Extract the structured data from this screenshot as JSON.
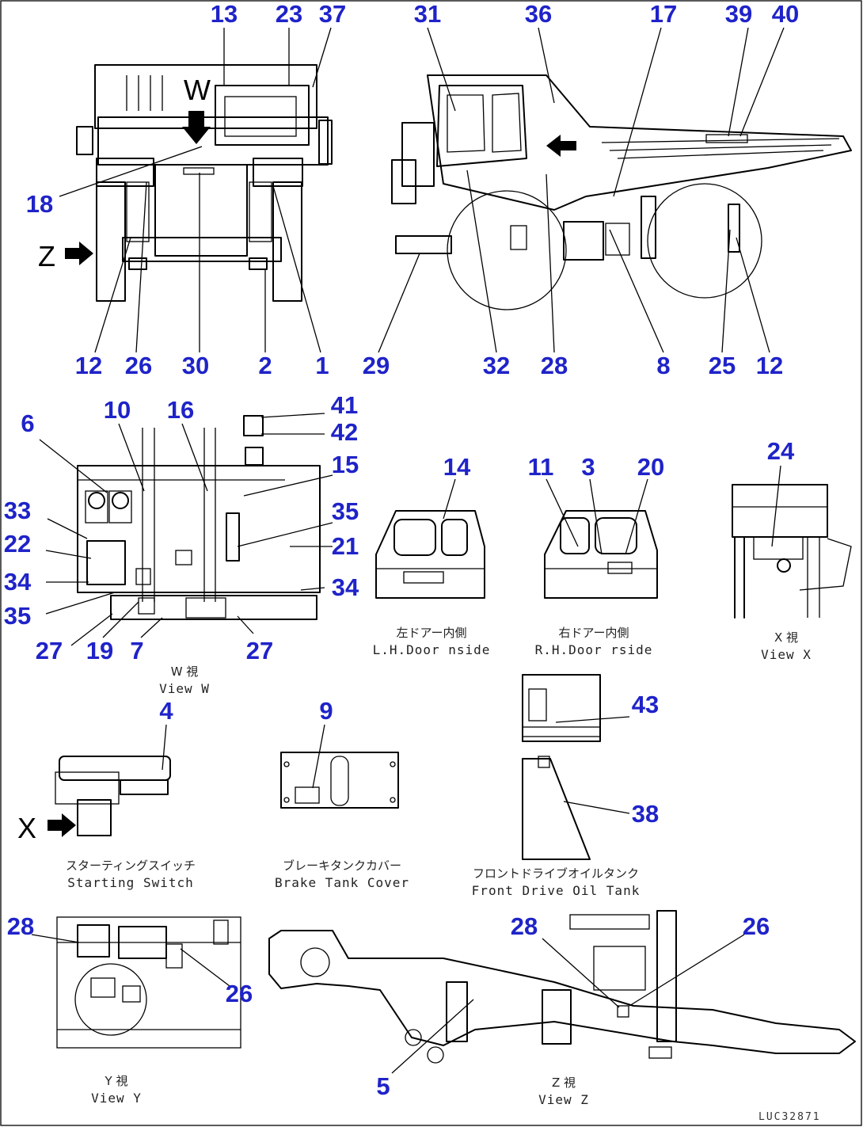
{
  "labels": [
    {
      "t": "13"
    },
    {
      "t": "23"
    },
    {
      "t": "37"
    },
    {
      "t": "31"
    },
    {
      "t": "36"
    },
    {
      "t": "17"
    },
    {
      "t": "39"
    },
    {
      "t": "40"
    },
    {
      "t": "18"
    },
    {
      "t": "12"
    },
    {
      "t": "26"
    },
    {
      "t": "30"
    },
    {
      "t": "2"
    },
    {
      "t": "1"
    },
    {
      "t": "29"
    },
    {
      "t": "32"
    },
    {
      "t": "28"
    },
    {
      "t": "8"
    },
    {
      "t": "25"
    },
    {
      "t": "12"
    },
    {
      "t": "41"
    },
    {
      "t": "42"
    },
    {
      "t": "10"
    },
    {
      "t": "16"
    },
    {
      "t": "6"
    },
    {
      "t": "15"
    },
    {
      "t": "33"
    },
    {
      "t": "35"
    },
    {
      "t": "22"
    },
    {
      "t": "21"
    },
    {
      "t": "34"
    },
    {
      "t": "34"
    },
    {
      "t": "35"
    },
    {
      "t": "27"
    },
    {
      "t": "19"
    },
    {
      "t": "7"
    },
    {
      "t": "27"
    },
    {
      "t": "14"
    },
    {
      "t": "11"
    },
    {
      "t": "3"
    },
    {
      "t": "20"
    },
    {
      "t": "24"
    },
    {
      "t": "4"
    },
    {
      "t": "9"
    },
    {
      "t": "43"
    },
    {
      "t": "38"
    },
    {
      "t": "28"
    },
    {
      "t": "26"
    },
    {
      "t": "28"
    },
    {
      "t": "26"
    },
    {
      "t": "5"
    }
  ],
  "view_letters": {
    "w": "W",
    "z": "Z",
    "x": "X"
  },
  "captions": [
    {
      "jp": "左ドアー内側",
      "en": "L.H.Door  nside"
    },
    {
      "jp": "右ドアー内側",
      "en": "R.H.Door  rside"
    },
    {
      "jp": "X 視",
      "en": "View X"
    },
    {
      "jp": "W 視",
      "en": "View W"
    },
    {
      "jp": "スターティングスイッチ",
      "en": "Starting Switch"
    },
    {
      "jp": "ブレーキタンクカバー",
      "en": "Brake Tank Cover"
    },
    {
      "jp": "フロントドライブオイルタンク",
      "en": "Front Drive Oil Tank"
    },
    {
      "jp": "Y 視",
      "en": "View Y"
    },
    {
      "jp": "Z 視",
      "en": "View Z"
    }
  ],
  "drawing_code": "LUC32871"
}
